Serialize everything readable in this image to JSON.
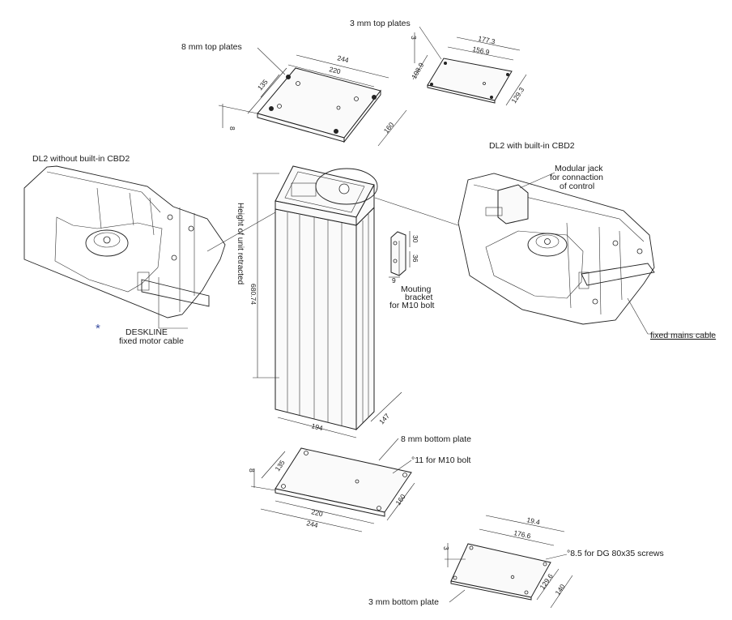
{
  "labels": {
    "top_8mm": "8 mm top plates",
    "top_3mm": "3 mm top plates",
    "dl2_without": "DL2 without built-in CBD2",
    "dl2_with": "DL2 with built-in CBD2",
    "modular_jack": [
      "Modular jack",
      "for connaction",
      "of control"
    ],
    "mounting_bracket": [
      "Mouting",
      "bracket",
      "for M10 bolt"
    ],
    "deskline": [
      "DESKLINE",
      "fixed motor cable"
    ],
    "fixed_mains": "fixed mains cable",
    "bottom_8mm": "8 mm bottom plate",
    "bolt_hole": "°11 for M10 bolt",
    "screw_hole": "°8.5 for DG 80x35 screws",
    "bottom_3mm": "3 mm bottom plate",
    "height_text": "Height of unit retracted",
    "asterisk": "*"
  },
  "dimensions": {
    "top8_width_outer": "244",
    "top8_width_inner": "220",
    "top8_depth_inner": "135",
    "top8_depth_outer": "160",
    "top8_thickness": "8",
    "top3_width_outer": "177.3",
    "top3_width_inner": "156.9",
    "top3_depth_inner": "108.9",
    "top3_depth_outer": "129.3",
    "top3_thickness": "3",
    "column_height": "680.74",
    "column_width": "194",
    "column_depth": "147",
    "bracket_w": "30",
    "bracket_h": "36",
    "bracket_t": "9",
    "bot8_width_inner": "220",
    "bot8_width_outer": "244",
    "bot8_depth_inner": "135",
    "bot8_depth_outer": "160",
    "bot8_thickness": "8",
    "bot3_width_outer": "19.4",
    "bot3_width_inner": "176.6",
    "bot3_depth_inner": "129.6",
    "bot3_depth_outer": "140",
    "bot3_thickness": "3"
  }
}
